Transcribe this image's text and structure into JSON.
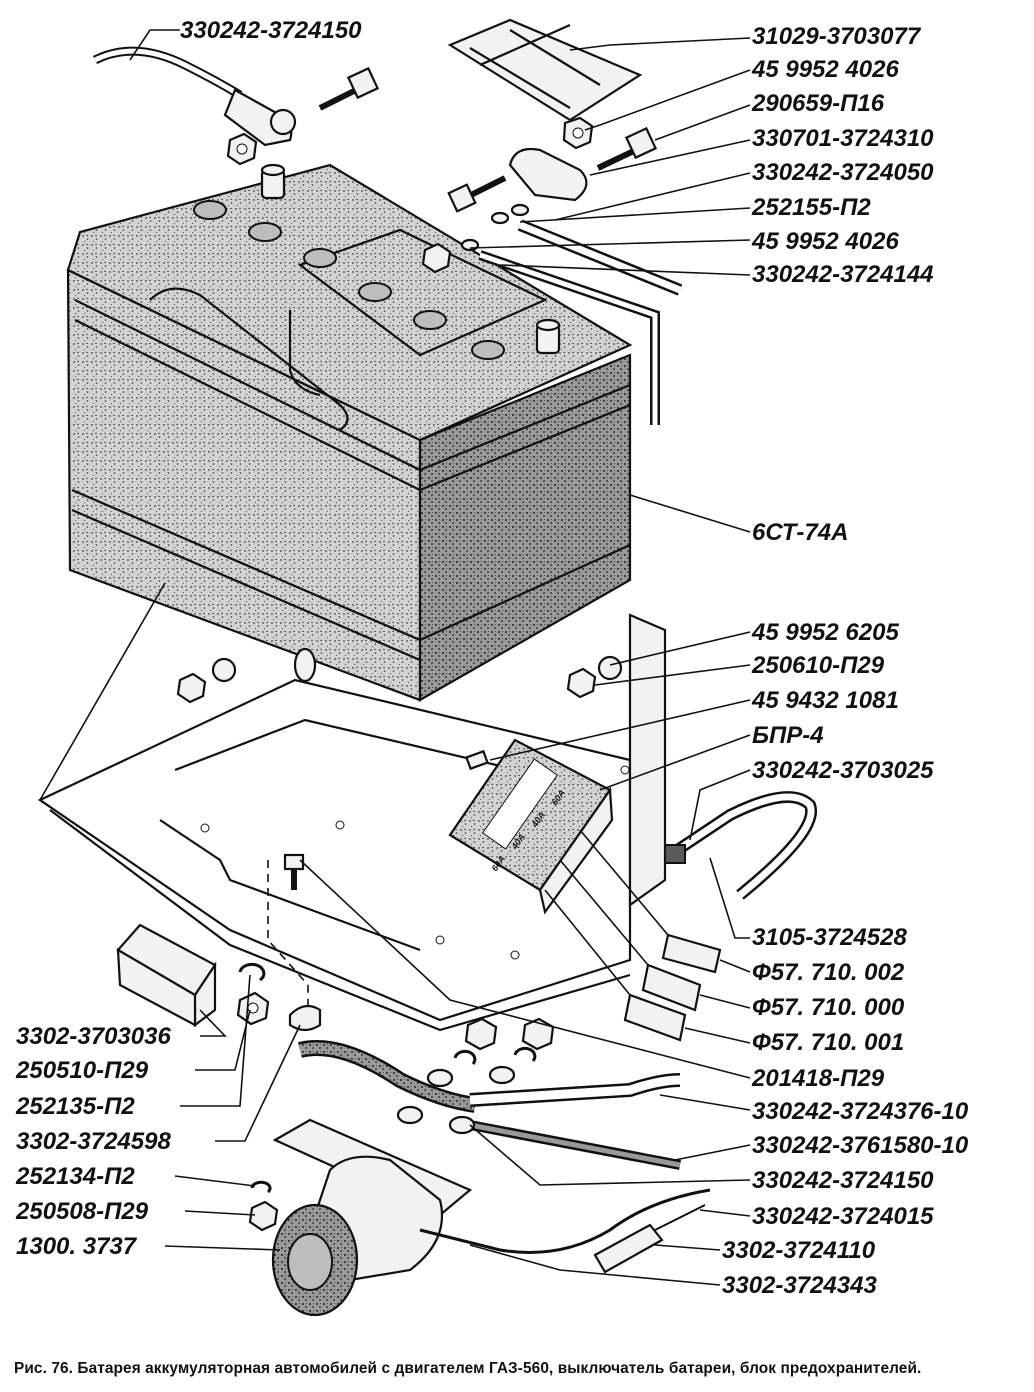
{
  "figure": {
    "caption": "Рис. 76. Батарея аккумуляторная автомобилей с двигателем ГАЗ-560, выключатель батареи, блок предохранителей."
  },
  "callouts_right": [
    "330242-3724150",
    "31029-3703077",
    "45 9952 4026",
    "290659-П16",
    "330701-3724310",
    "330242-3724050",
    "252155-П2",
    "45 9952 4026",
    "330242-3724144",
    "6СТ-74А",
    "45 9952 6205",
    "250610-П29",
    "45 9432 1081",
    "БПР-4",
    "330242-3703025",
    "3105-3724528",
    "Ф57. 710. 002",
    "Ф57. 710. 000",
    "Ф57. 710. 001",
    "201418-П29",
    "330242-3724376-10",
    "330242-3761580-10",
    "330242-3724150",
    "330242-3724015",
    "3302-3724110",
    "3302-3724343"
  ],
  "callouts_left": [
    "3302-3703036",
    "250510-П29",
    "252135-П2",
    "3302-3724598",
    "252134-П2",
    "250508-П29",
    "1300. 3737"
  ],
  "fuse_labels": [
    "60А",
    "40А",
    "40А",
    "60А"
  ]
}
